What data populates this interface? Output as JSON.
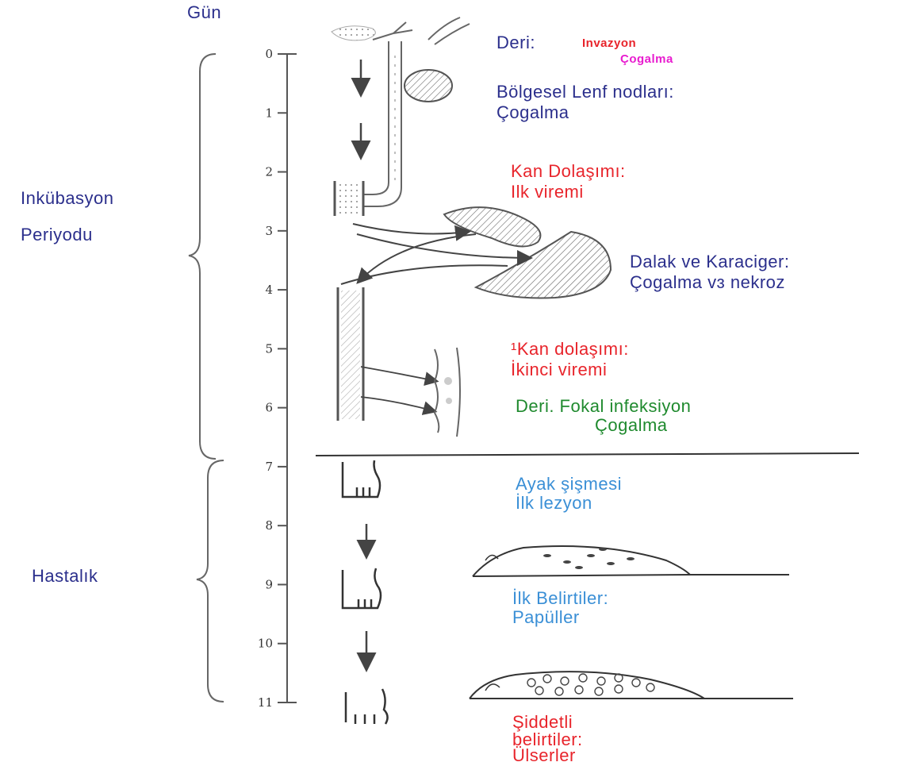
{
  "header": {
    "axis_title": "Gün"
  },
  "axis": {
    "days": [
      "0",
      "1",
      "2",
      "3",
      "4",
      "5",
      "6",
      "7",
      "8",
      "9",
      "10",
      "11"
    ]
  },
  "phases": [
    {
      "line1": "Inkübasyon",
      "line2": "Periyodu"
    },
    {
      "line1": "Hastalık"
    }
  ],
  "stages": {
    "skin": {
      "site": "Deri:",
      "event1": "Invazyon",
      "event2": "Çogalma"
    },
    "lymph": {
      "line1": "Bölgesel Lenf nodları:",
      "line2": "Çogalma"
    },
    "blood1": {
      "line1": "Kan Dolaşımı:",
      "line2": "Ilk viremi"
    },
    "organs": {
      "line1": "Dalak ve Karaciger:",
      "line2": "Çogalma vɜ nekroz"
    },
    "blood2": {
      "line1": "¹Kan dolaşımı:",
      "line2": "İkinci viremi"
    },
    "focal": {
      "line1": "Deri. Fokal infeksiyon",
      "line2": "Çogalma"
    },
    "swelling": {
      "line1": "Ayak şişmesi",
      "line2": "İlk lezyon"
    },
    "first_signs": {
      "line1": "İlk Belirtiler:",
      "line2": "Papüller"
    },
    "severe": {
      "line1": "Şiddetli",
      "line2": "belirtiler:",
      "line3": "Ülserler"
    }
  },
  "colors": {
    "navy": "#2b2f8c",
    "red": "#e8242b",
    "magenta": "#e81ccf",
    "green": "#1f8a2e",
    "blue": "#3a8fd6"
  }
}
